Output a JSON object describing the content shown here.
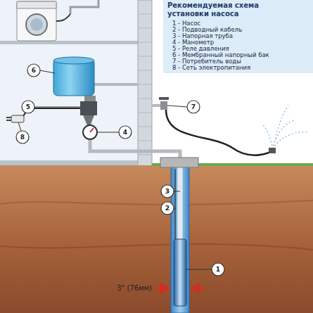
{
  "diagram": {
    "title": "Рекомендуемая схема установки насоса",
    "labels": [
      "1 - Насос",
      "2 - Подводный кабель",
      "3 - Напорная труба",
      "4 - Манометр",
      "5 - Реле давления",
      "6 - Мембранный напорный бак",
      "7 - Потребитель воды",
      "8 - Сеть электропитания",
      "6",
      "5",
      "4",
      "7",
      "8",
      "3",
      "2",
      "1",
      "3\" (76мм)"
    ]
  }
}
